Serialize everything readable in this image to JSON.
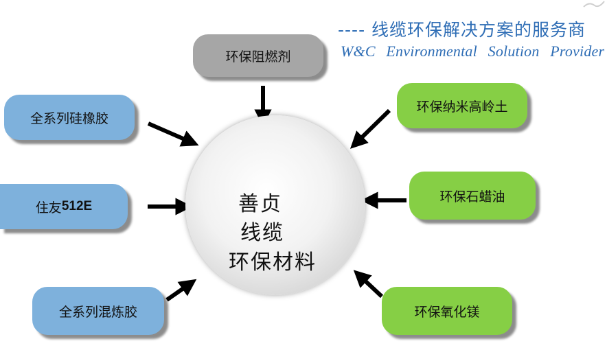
{
  "tagline": {
    "cn": "---- 线缆环保解决方案的服务商",
    "en": "W&C Environmental Solution Provider"
  },
  "center": {
    "line1": "善贞",
    "line2": "线缆",
    "line3": "环保材料"
  },
  "nodes": {
    "top": "环保阻燃剂",
    "left_top": "全系列硅橡胶",
    "left_mid_cn": "住友",
    "left_mid_code": "512E",
    "left_bottom": "全系列混炼胶",
    "right_top": "环保纳米高岭土",
    "right_mid": "环保石蜡油",
    "right_bottom": "环保氧化镁"
  },
  "colors": {
    "gray_node": "#a6a6a6",
    "blue_node": "#7eb1dc",
    "green_node": "#86cf45",
    "tagline": "#2e6db5",
    "arrow": "#000000"
  }
}
